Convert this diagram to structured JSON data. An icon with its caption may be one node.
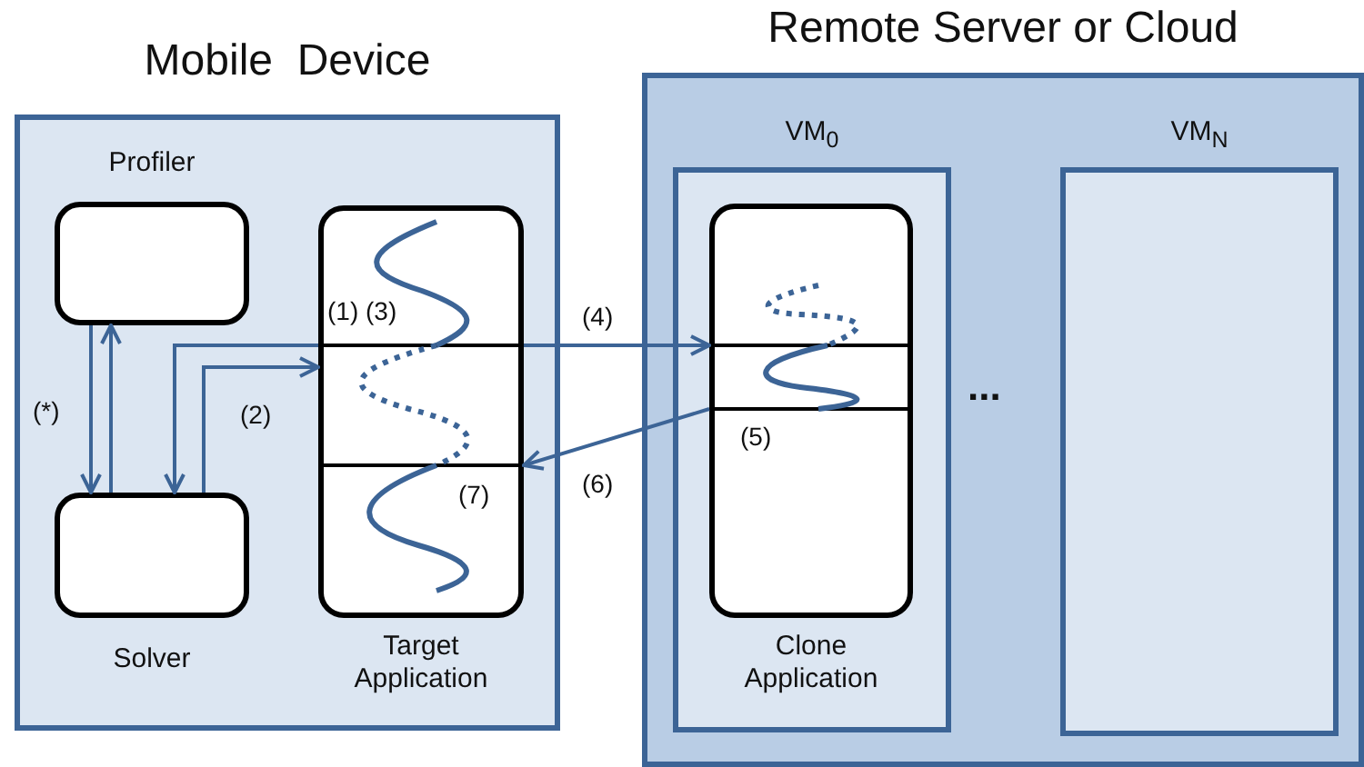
{
  "diagram": {
    "nodes": [
      {
        "text": [
          "Mobile  Device"
        ]
      },
      {
        "text": [
          "Profiler"
        ],
        "in": 0
      },
      {
        "text": [
          "Solver"
        ],
        "in": 0
      },
      {
        "text": [
          "Target Application"
        ],
        "in": 0
      },
      {
        "text": [
          "Remote Server or Cloud"
        ]
      },
      {
        "text": [
          "VM$_{0}$"
        ],
        "in": 4
      },
      {
        "text": [
          "Clone Application"
        ],
        "in": 5
      },
      {
        "text": [
          "VM$_{N}$"
        ],
        "in": 4
      }
    ],
    "edges": [
      {
        "from": 1,
        "to": 2,
        "arrow": "to"
      },
      {
        "from": 2,
        "to": 1,
        "arrow": "to"
      },
      {
        "from": 3,
        "to": 2,
        "arrow": "to"
      },
      {
        "from": 2,
        "to": 3,
        "arrow": "to",
        "label": "(2)"
      },
      {
        "from": 3,
        "to": 6,
        "arrow": "to",
        "label": "(4)"
      },
      {
        "from": 6,
        "to": 3,
        "arrow": "to",
        "label": "(6)"
      }
    ],
    "labels": [
      "(1) (3)",
      "...",
      "(*)",
      "(5)",
      "(7)"
    ]
  }
}
